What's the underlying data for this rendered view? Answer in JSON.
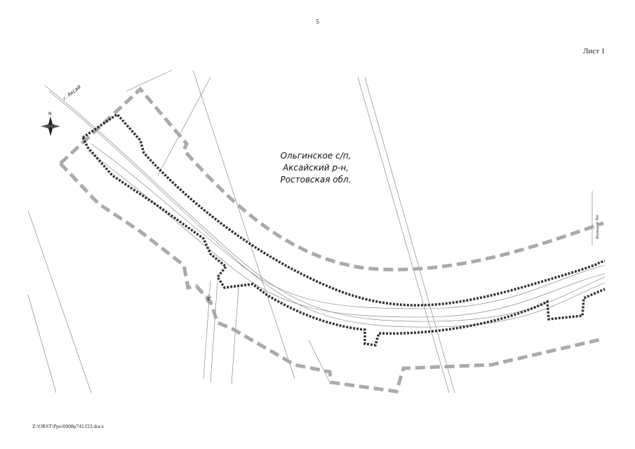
{
  "page_number": "5",
  "sheet_label": "Лист 1",
  "region_label": [
    "Ольгинское с/п,",
    "Аксайский р-н,",
    "Ростовская обл."
  ],
  "road_label_left": "г. Аксай",
  "road_label_right": "Большой Лог",
  "road_label_bottom": "ГРС",
  "compass_letter": "N",
  "file_path": "Z:\\ORST\\Ppo\\0908p741.f22.docx",
  "colors": {
    "outer_boundary": "#aaaaaa",
    "inner_boundary": "#333333",
    "lines": "#777777"
  }
}
